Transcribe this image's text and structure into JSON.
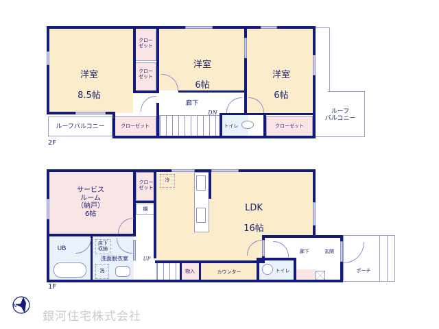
{
  "floor2": {
    "floor_label": "2F",
    "rooms": [
      {
        "name": "洋室",
        "size": "8.5帖"
      },
      {
        "name": "洋室",
        "size": "6帖"
      },
      {
        "name": "洋室",
        "size": "6帖"
      }
    ],
    "closet_top": "クロー\nゼット",
    "closet_mid": "クロー\nゼット",
    "closet_bottom_left": "クローゼット",
    "closet_bottom_right": "クローゼット",
    "hallway": "廊下",
    "stairs_dir": "DN",
    "toilet": "トイレ",
    "roof_balcony_left": "ルーフバルコニー",
    "roof_balcony_right": "ルーフ\nバルコニー"
  },
  "floor1": {
    "floor_label": "1F",
    "service_room": "サービス\nルーム\n（納戸）\n6帖",
    "closet": "クロー\nゼット",
    "shelf": "棚",
    "fridge": "冷",
    "ldk_name": "LDK",
    "ldk_size": "16帖",
    "unit_bath": "UB",
    "underfloor_storage": "床下\n収納",
    "washroom": "洗面脱衣室",
    "washer": "洗",
    "stairs_dir": "UP",
    "storage": "物入",
    "counter": "カウンター",
    "toilet": "トイレ",
    "hallway": "廊下",
    "entrance": "玄関",
    "porch": "ポーチ"
  },
  "branding": {
    "company_name": "銀河住宅株式会社",
    "compass_icon": "north-compass-crane-icon"
  },
  "colors": {
    "wall": "#141a78",
    "living_room_fill": "#fbeccb",
    "closet_fill": "#f9e4e6",
    "wet_area_fill": "#e9f1fa",
    "text": "#1a1f6e",
    "company_text": "#c9c9cf"
  }
}
